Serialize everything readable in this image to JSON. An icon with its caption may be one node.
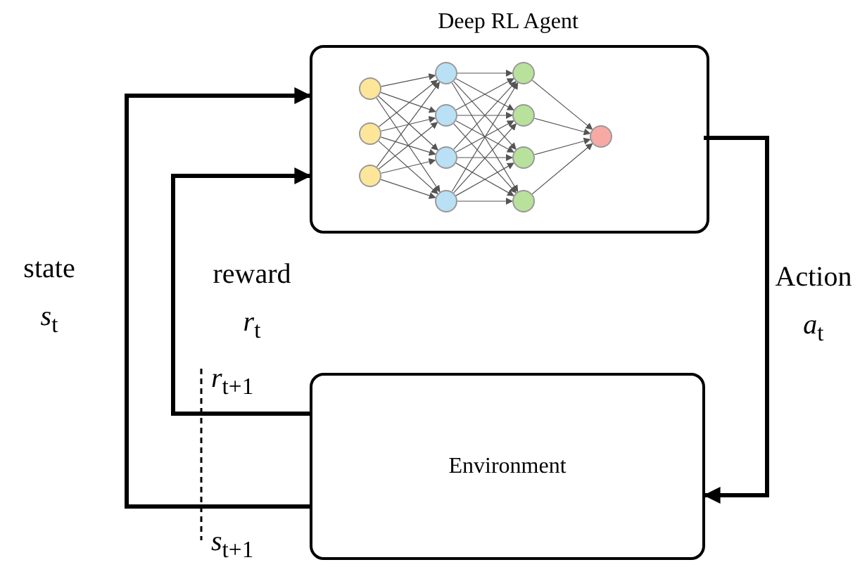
{
  "diagram": {
    "nodes": [
      {
        "text": [
          "Deep RL Agent"
        ]
      },
      {
        "text": [],
        "shape": "circle",
        "in": 0
      },
      {
        "text": [],
        "shape": "circle",
        "in": 0
      },
      {
        "text": [],
        "shape": "circle",
        "in": 0
      },
      {
        "text": [],
        "shape": "circle",
        "in": 0
      },
      {
        "text": [],
        "shape": "circle",
        "in": 0
      },
      {
        "text": [],
        "shape": "circle",
        "in": 0
      },
      {
        "text": [],
        "shape": "circle",
        "in": 0
      },
      {
        "text": [],
        "shape": "circle",
        "in": 0
      },
      {
        "text": [],
        "shape": "circle",
        "in": 0
      },
      {
        "text": [],
        "shape": "circle",
        "in": 0
      },
      {
        "text": [],
        "shape": "circle",
        "in": 0
      },
      {
        "text": [],
        "shape": "circle",
        "in": 0
      },
      {
        "text": [
          "Environment"
        ]
      }
    ],
    "edges": [
      {
        "from": 1,
        "to": 4,
        "arrow": "to"
      },
      {
        "from": 1,
        "to": 5,
        "arrow": "to"
      },
      {
        "from": 1,
        "to": 6,
        "arrow": "to"
      },
      {
        "from": 1,
        "to": 7,
        "arrow": "to"
      },
      {
        "from": 2,
        "to": 4,
        "arrow": "to"
      },
      {
        "from": 2,
        "to": 5,
        "arrow": "to"
      },
      {
        "from": 2,
        "to": 6,
        "arrow": "to"
      },
      {
        "from": 2,
        "to": 7,
        "arrow": "to"
      },
      {
        "from": 3,
        "to": 4,
        "arrow": "to"
      },
      {
        "from": 3,
        "to": 5,
        "arrow": "to"
      },
      {
        "from": 3,
        "to": 6,
        "arrow": "to"
      },
      {
        "from": 3,
        "to": 7,
        "arrow": "to"
      },
      {
        "from": 4,
        "to": 8,
        "arrow": "to"
      },
      {
        "from": 4,
        "to": 9,
        "arrow": "to"
      },
      {
        "from": 4,
        "to": 10,
        "arrow": "to"
      },
      {
        "from": 4,
        "to": 11,
        "arrow": "to"
      },
      {
        "from": 5,
        "to": 8,
        "arrow": "to"
      },
      {
        "from": 5,
        "to": 9,
        "arrow": "to"
      },
      {
        "from": 5,
        "to": 10,
        "arrow": "to"
      },
      {
        "from": 5,
        "to": 11,
        "arrow": "to"
      },
      {
        "from": 6,
        "to": 8,
        "arrow": "to"
      },
      {
        "from": 6,
        "to": 9,
        "arrow": "to"
      },
      {
        "from": 6,
        "to": 10,
        "arrow": "to"
      },
      {
        "from": 6,
        "to": 11,
        "arrow": "to"
      },
      {
        "from": 7,
        "to": 8,
        "arrow": "to"
      },
      {
        "from": 7,
        "to": 9,
        "arrow": "to"
      },
      {
        "from": 7,
        "to": 10,
        "arrow": "to"
      },
      {
        "from": 7,
        "to": 11,
        "arrow": "to"
      },
      {
        "from": 8,
        "to": 12,
        "arrow": "to"
      },
      {
        "from": 9,
        "to": 12,
        "arrow": "to"
      },
      {
        "from": 10,
        "to": 12,
        "arrow": "to"
      },
      {
        "from": 11,
        "to": 12,
        "arrow": "to"
      },
      {
        "from": 13,
        "to": 0,
        "arrow": "to",
        "label": "state *s*$_{t}$",
        "style": "thick",
        "color": "#000000"
      },
      {
        "from": 13,
        "to": 0,
        "arrow": "to",
        "label": "reward *r*$_{t}$",
        "style": "thick",
        "color": "#000000"
      },
      {
        "from": 0,
        "to": 13,
        "arrow": "to",
        "label": "Action *a*$_{t}$",
        "style": "thick",
        "color": "#000000"
      }
    ],
    "labels": [
      "*r*$_{t+1}$",
      "*s*$_{t+1}$"
    ]
  }
}
